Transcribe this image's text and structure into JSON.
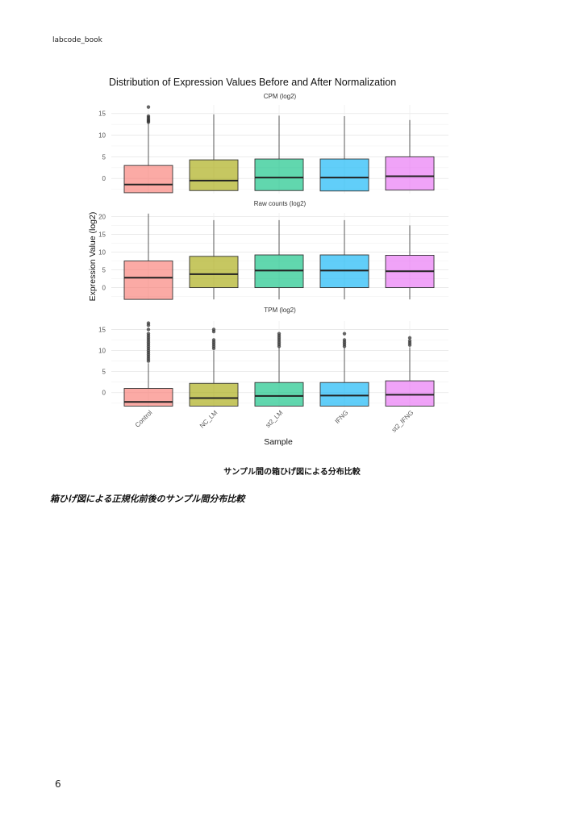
{
  "page": {
    "header": "labcode_book",
    "page_number": "6",
    "caption": "サンプル間の箱ひげ図による分布比較",
    "section_title": "箱ひげ図による正規化前後のサンプル間分布比較"
  },
  "chart_data": {
    "type": "box",
    "title": "Distribution of Expression Values Before and After Normalization",
    "xlabel": "Sample",
    "ylabel": "Expression Value (log2)",
    "categories": [
      "Control",
      "NC_LM",
      "st2_LM",
      "IFNG",
      "st2_IFNG"
    ],
    "colors": [
      "#F8766D",
      "#A3A500",
      "#00BF7D",
      "#00B0F6",
      "#E76BF3"
    ],
    "grid": true,
    "panels": [
      {
        "title": "CPM (log2)",
        "ylim": [
          -3.5,
          17
        ],
        "yticks": [
          0,
          5,
          10,
          15
        ],
        "boxes": [
          {
            "min": -3.3,
            "q1": -3.3,
            "median": -1.4,
            "q3": 3.0,
            "max": 14.5,
            "outliers": [
              13.0,
              13.3,
              13.6,
              14.0,
              14.4,
              16.5
            ]
          },
          {
            "min": -2.8,
            "q1": -2.8,
            "median": -0.5,
            "q3": 4.3,
            "max": 14.8,
            "outliers": []
          },
          {
            "min": -2.8,
            "q1": -2.8,
            "median": 0.2,
            "q3": 4.5,
            "max": 14.5,
            "outliers": []
          },
          {
            "min": -2.9,
            "q1": -2.9,
            "median": 0.2,
            "q3": 4.5,
            "max": 14.4,
            "outliers": []
          },
          {
            "min": -2.7,
            "q1": -2.7,
            "median": 0.5,
            "q3": 5.0,
            "max": 13.5,
            "outliers": []
          }
        ]
      },
      {
        "title": "Raw counts (log2)",
        "ylim": [
          -3.5,
          21
        ],
        "yticks": [
          0,
          5,
          10,
          15,
          20
        ],
        "boxes": [
          {
            "min": -3.3,
            "q1": -3.3,
            "median": 2.8,
            "q3": 7.5,
            "max": 20.8,
            "outliers": []
          },
          {
            "min": -3.3,
            "q1": 0.0,
            "median": 3.8,
            "q3": 8.8,
            "max": 19.0,
            "outliers": []
          },
          {
            "min": -3.3,
            "q1": 0.0,
            "median": 4.8,
            "q3": 9.2,
            "max": 19.0,
            "outliers": []
          },
          {
            "min": -3.3,
            "q1": 0.0,
            "median": 4.8,
            "q3": 9.2,
            "max": 19.0,
            "outliers": []
          },
          {
            "min": -3.3,
            "q1": 0.0,
            "median": 4.6,
            "q3": 9.1,
            "max": 17.5,
            "outliers": []
          }
        ]
      },
      {
        "title": "TPM (log2)",
        "ylim": [
          -3.5,
          17
        ],
        "yticks": [
          0,
          5,
          10,
          15
        ],
        "boxes": [
          {
            "min": -3.2,
            "q1": -3.2,
            "median": -2.2,
            "q3": 1.0,
            "max": 7.0,
            "outliers": [
              7.5,
              8.0,
              8.5,
              9.0,
              9.5,
              10.0,
              10.5,
              11.0,
              11.5,
              12.0,
              12.5,
              13.0,
              13.5,
              14.0,
              15.0,
              16.0,
              16.5
            ]
          },
          {
            "min": -3.2,
            "q1": -3.2,
            "median": -1.3,
            "q3": 2.2,
            "max": 10.0,
            "outliers": [
              10.5,
              11.0,
              11.5,
              12.0,
              12.5,
              14.5,
              15.0
            ]
          },
          {
            "min": -3.2,
            "q1": -3.2,
            "median": -0.8,
            "q3": 2.4,
            "max": 10.8,
            "outliers": [
              11.0,
              11.5,
              12.0,
              12.5,
              13.0,
              13.5,
              14.0
            ]
          },
          {
            "min": -3.2,
            "q1": -3.2,
            "median": -0.7,
            "q3": 2.4,
            "max": 10.8,
            "outliers": [
              11.0,
              11.5,
              12.0,
              12.5,
              14.0
            ]
          },
          {
            "min": -3.2,
            "q1": -3.2,
            "median": -0.5,
            "q3": 2.8,
            "max": 10.8,
            "outliers": [
              11.3,
              11.8,
              12.3,
              13.0
            ]
          }
        ]
      }
    ]
  }
}
